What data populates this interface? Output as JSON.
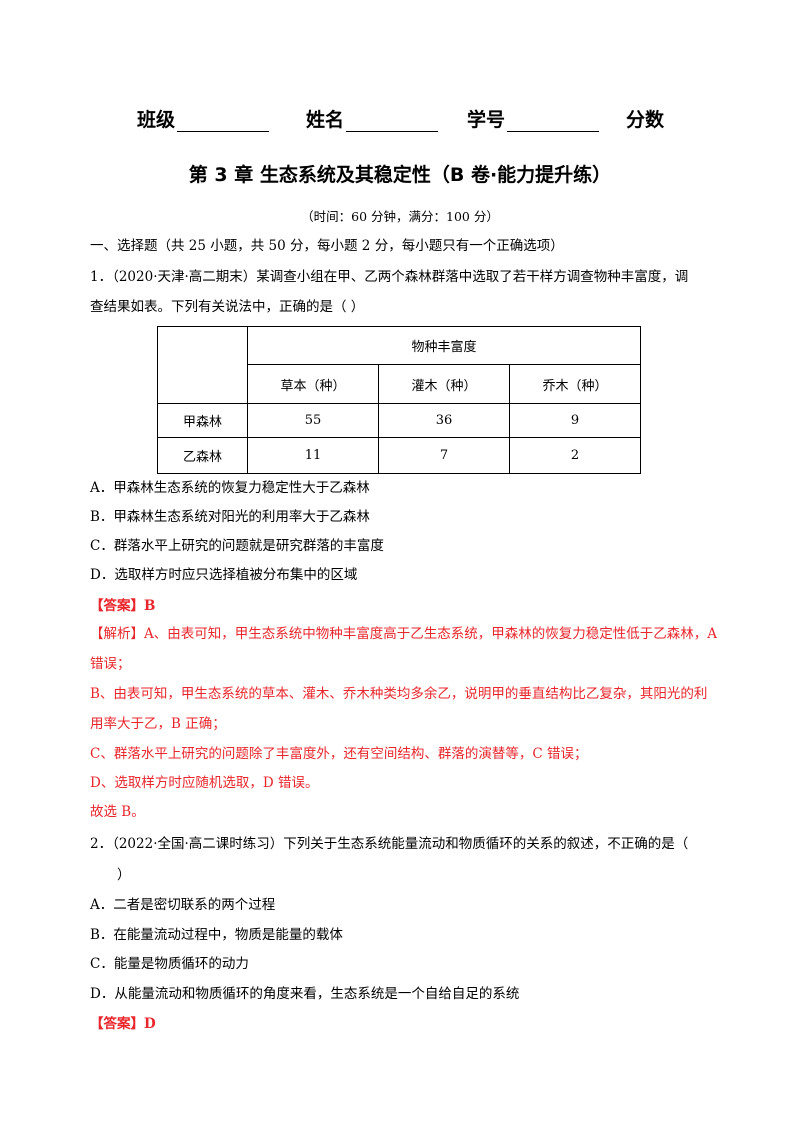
{
  "header": {
    "class_label": "班级",
    "name_label": "姓名",
    "id_label": "学号",
    "score_label": "分数"
  },
  "title": "第 3 章  生态系统及其稳定性（B 卷·能力提升练）",
  "subtitle": "（时间：60 分钟，满分：100 分）",
  "section_heading": "一、选择题（共 25 小题，共 50 分，每小题 2 分，每小题只有一个正确选项）",
  "q1": {
    "line1": "1．（2020·天津·高二期末）某调查小组在甲、乙两个森林群落中选取了若干样方调查物种丰富度，调",
    "line2": "查结果如表。下列有关说法中，正确的是（              ）",
    "table": {
      "group_header": "物种丰富度",
      "columns": [
        "草本（种）",
        "灌木（种）",
        "乔木（种）"
      ],
      "rows": [
        {
          "label": "甲森林",
          "values": [
            "55",
            "36",
            "9"
          ]
        },
        {
          "label": "乙森林",
          "values": [
            "11",
            "7",
            "2"
          ]
        }
      ]
    },
    "options": [
      "A．甲森林生态系统的恢复力稳定性大于乙森林",
      "B．甲森林生态系统对阳光的利用率大于乙森林",
      "C．群落水平上研究的问题就是研究群落的丰富度",
      "D．选取样方时应只选择植被分布集中的区域"
    ],
    "answer": "【答案】B",
    "analysis": [
      "【解析】A、由表可知，甲生态系统中物种丰富度高于乙生态系统，甲森林的恢复力稳定性低于乙森林，A",
      "错误；",
      "B、由表可知，甲生态系统的草本、灌木、乔木种类均多余乙，说明甲的垂直结构比乙复杂，其阳光的利",
      "用率大于乙，B 正确；",
      "C、群落水平上研究的问题除了丰富度外，还有空间结构、群落的演替等，C 错误；",
      "D、选取样方时应随机选取，D 错误。"
    ],
    "conclusion": "故选 B。"
  },
  "q2": {
    "line1": "2．（2022·全国·高二课时练习）下列关于生态系统能量流动和物质循环的关系的叙述，不正确的是（",
    "line2": "）",
    "options": [
      "A．二者是密切联系的两个过程",
      "B．在能量流动过程中，物质是能量的载体",
      "C．能量是物质循环的动力",
      "D．从能量流动和物质循环的角度来看，生态系统是一个自给自足的系统"
    ],
    "answer": "【答案】D"
  },
  "colors": {
    "accent_red": "#e8262b",
    "text": "#000000"
  }
}
